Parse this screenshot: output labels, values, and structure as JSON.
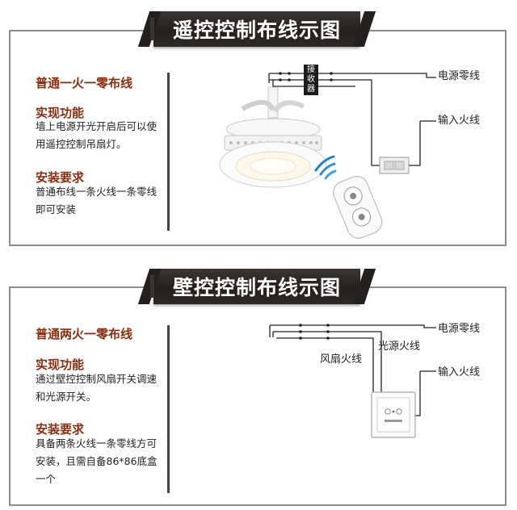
{
  "section1": {
    "banner_title": "遥控控制布线示图",
    "wiring_title": "普通一火一零布线",
    "function_heading": "实现功能",
    "function_text": "墙上电源开光开启后可以使用遥控控制吊扇灯。",
    "install_heading": "安装要求",
    "install_text": "普通布线一条火线一条零线即可安装",
    "receiver_label": "接收器",
    "neutral_label": "电源零线",
    "live_input_label": "输入火线"
  },
  "section2": {
    "banner_title": "壁控控制布线示图",
    "wiring_title": "普通两火一零布线",
    "function_heading": "实现功能",
    "function_text": "通过壁控控制风扇开关调速和光源开关。",
    "install_heading": "安装要求",
    "install_text": "具备两条火线一条零线方可安装，且需自备86*86底盒一个",
    "neutral_label": "电源零线",
    "light_live_label": "光源火线",
    "fan_live_label": "风扇火线",
    "live_input_label": "输入火线"
  },
  "colors": {
    "banner_bg": "#25201d",
    "heading_color": "#8a2e10",
    "wire_color": "#222222",
    "panel_border": "#8c8c8c"
  },
  "icons": [
    "fan-light-icon",
    "remote-control-icon",
    "wall-switch-icon",
    "wall-controller-icon",
    "signal-icon"
  ]
}
